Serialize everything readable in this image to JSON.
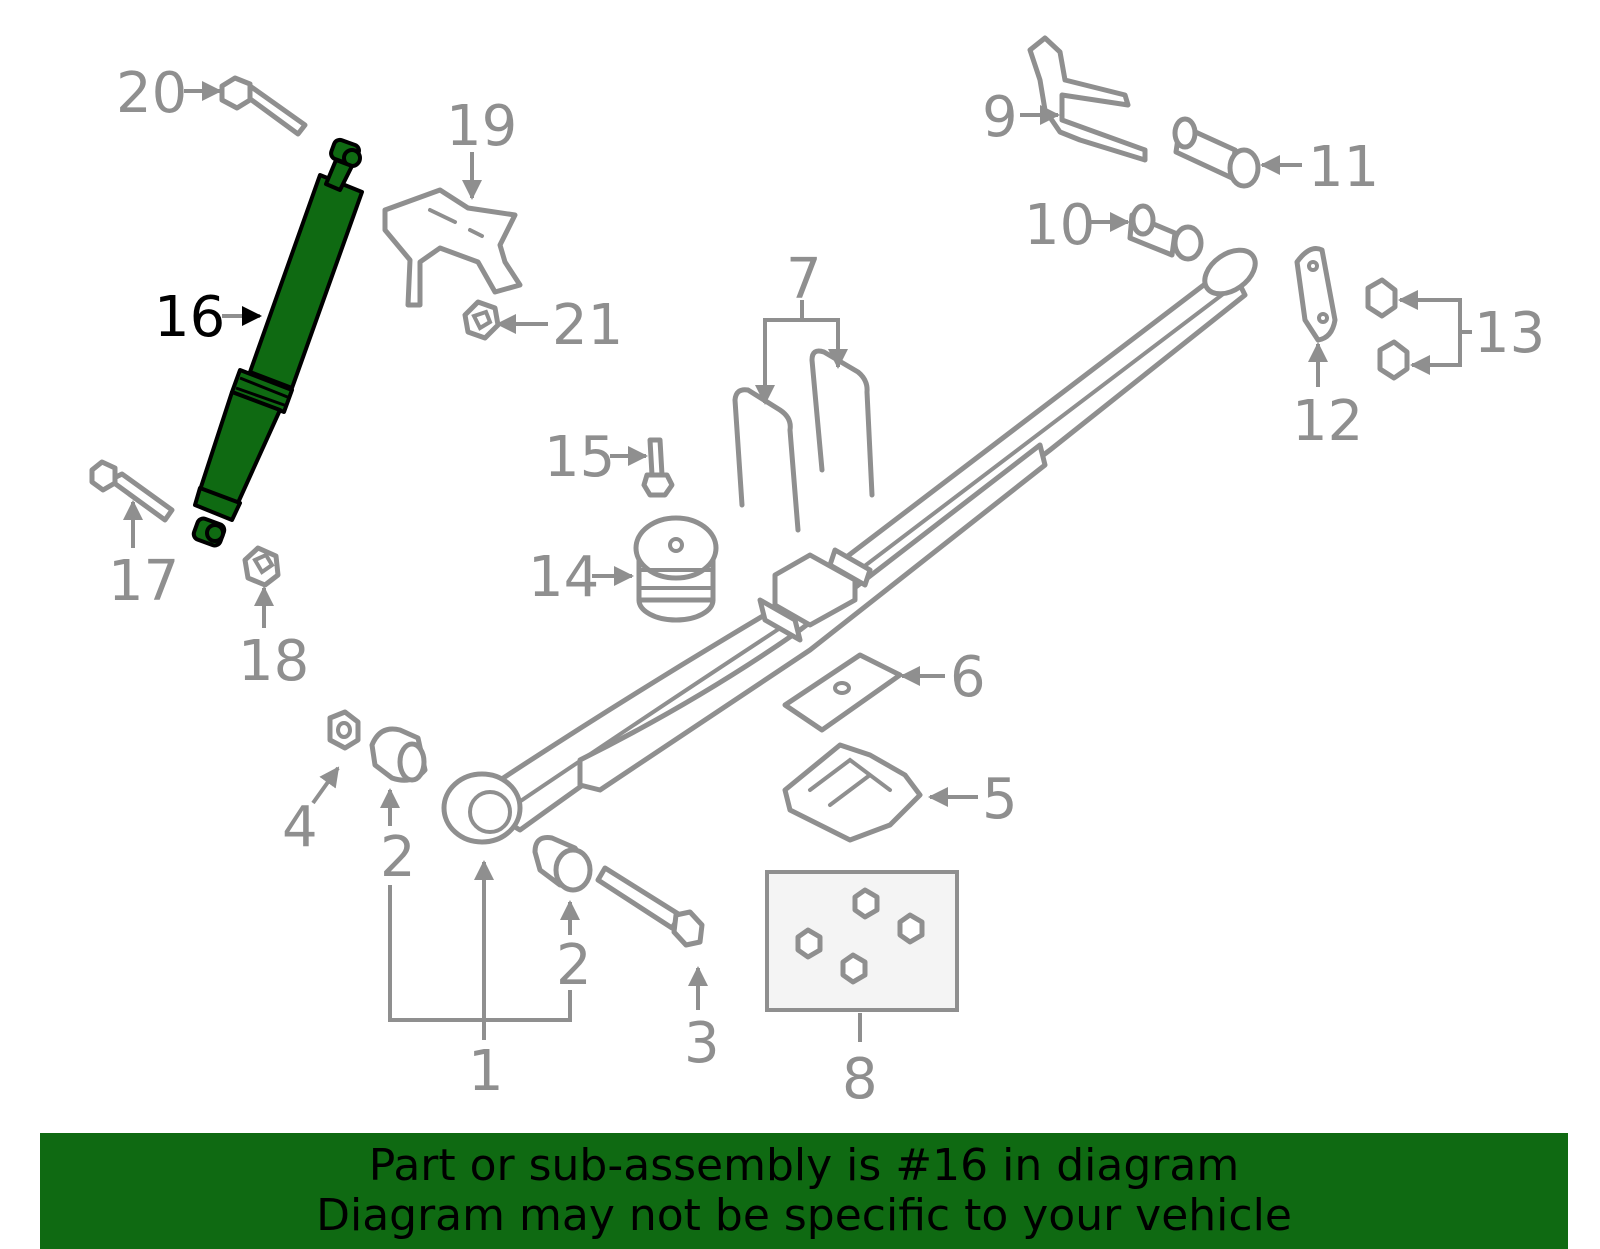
{
  "colors": {
    "banner_background": "#0f6a12",
    "highlighted_part": "#0f6a12",
    "part_outline": "#8f8f8f",
    "label_text": "#8f8f8f",
    "highlighted_label_text": "#000000",
    "banner_text": "#000000"
  },
  "highlighted_part": "16",
  "labels": {
    "l1": "1",
    "l2a": "2",
    "l2b": "2",
    "l3": "3",
    "l4": "4",
    "l5": "5",
    "l6": "6",
    "l7": "7",
    "l8": "8",
    "l9": "9",
    "l10": "10",
    "l11": "11",
    "l12": "12",
    "l13": "13",
    "l14": "14",
    "l15": "15",
    "l16": "16",
    "l17": "17",
    "l18": "18",
    "l19": "19",
    "l20": "20",
    "l21": "21"
  },
  "banner": {
    "line1": "Part or sub-assembly is #16 in diagram",
    "line2": "Diagram may not be specific to your vehicle"
  }
}
